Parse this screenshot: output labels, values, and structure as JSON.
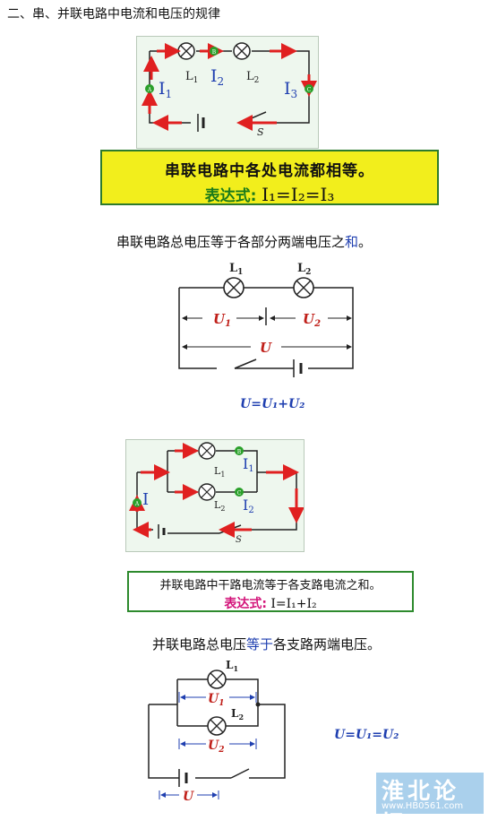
{
  "heading": "二、串、并联电路中电流和电压的规律",
  "series_current": {
    "labels": {
      "l1": "L",
      "l2": "L",
      "i1": "I",
      "i2": "I",
      "i3": "I",
      "s": "S"
    },
    "meters": {
      "a": "A",
      "b": "B",
      "c": "C"
    },
    "box_line1": "串联电路中各处电流都相等。",
    "box_label": "表达式:",
    "box_formula": "I₁=I₂=I₃"
  },
  "series_voltage": {
    "title_prefix": "串联电路总电压等于各部分两端电压之",
    "title_highlight": "和",
    "title_suffix": "。",
    "labels": {
      "l1": "L",
      "l2": "L",
      "u1": "U",
      "u2": "U",
      "u": "U"
    },
    "formula": "U=U₁+U₂"
  },
  "parallel_current": {
    "labels": {
      "l1": "L",
      "l2": "L",
      "i": "I",
      "i1": "I",
      "i2": "I",
      "s": "S"
    },
    "meters": {
      "a": "A",
      "b": "B",
      "c": "C"
    },
    "box_line1": "并联电路中干路电流等于各支路电流之和。",
    "box_label": "表达式:",
    "box_formula": "I=I₁+I₂"
  },
  "parallel_voltage": {
    "title_prefix": "并联电路总电压",
    "title_highlight": "等于",
    "title_suffix": "各支路两端电压。",
    "labels": {
      "l1": "L",
      "l2": "L",
      "u1": "U",
      "u2": "U",
      "u": "U"
    },
    "formula": "U=U₁=U₂"
  },
  "logo": {
    "name": "淮北论坛",
    "url": "www.HB0561.com"
  },
  "colors": {
    "arrow": "#e02020",
    "meter": "#2aa02a",
    "formula": "#1f3fb0",
    "box_yellow": "#f2ee1c"
  }
}
